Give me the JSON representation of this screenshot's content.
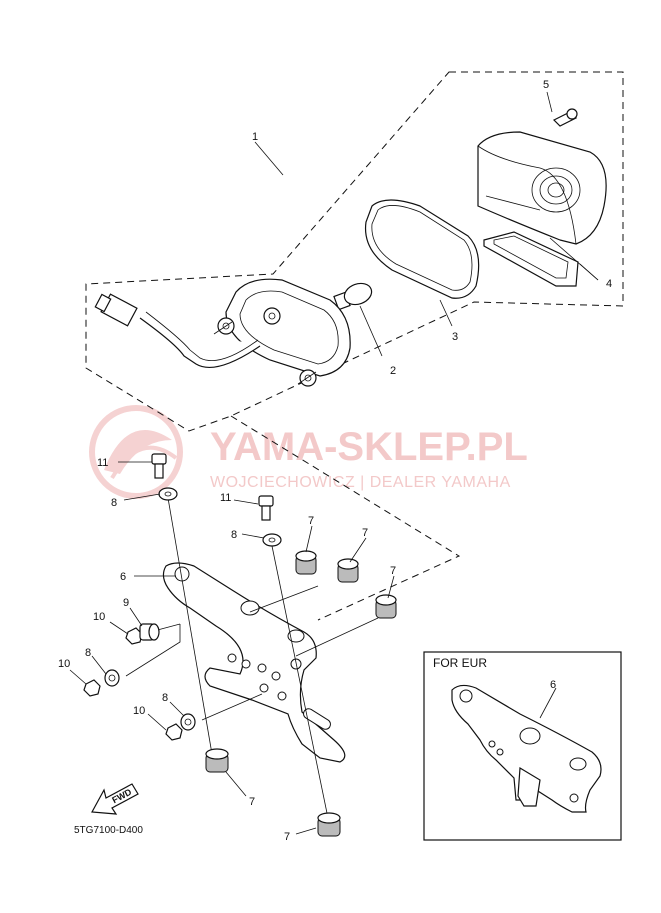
{
  "watermark": {
    "brand": "YAMA-SKLEP.PL",
    "dealer": "WOJCIECHOWICZ | DEALER YAMAHA"
  },
  "callouts": {
    "c1": "1",
    "c2": "2",
    "c3": "3",
    "c4": "4",
    "c5": "5",
    "c6": "6",
    "c6_inset": "6",
    "c7a": "7",
    "c7b": "7",
    "c7c": "7",
    "c7d": "7",
    "c7e": "7",
    "c8a": "8",
    "c8b": "8",
    "c8c": "8",
    "c8d": "8",
    "c9": "9",
    "c10a": "10",
    "c10b": "10",
    "c10c": "10",
    "c11a": "11",
    "c11b": "11"
  },
  "inset": {
    "title": "FOR EUR"
  },
  "fwd_label": "FWD",
  "diagram_code": "5TG7100-D400"
}
